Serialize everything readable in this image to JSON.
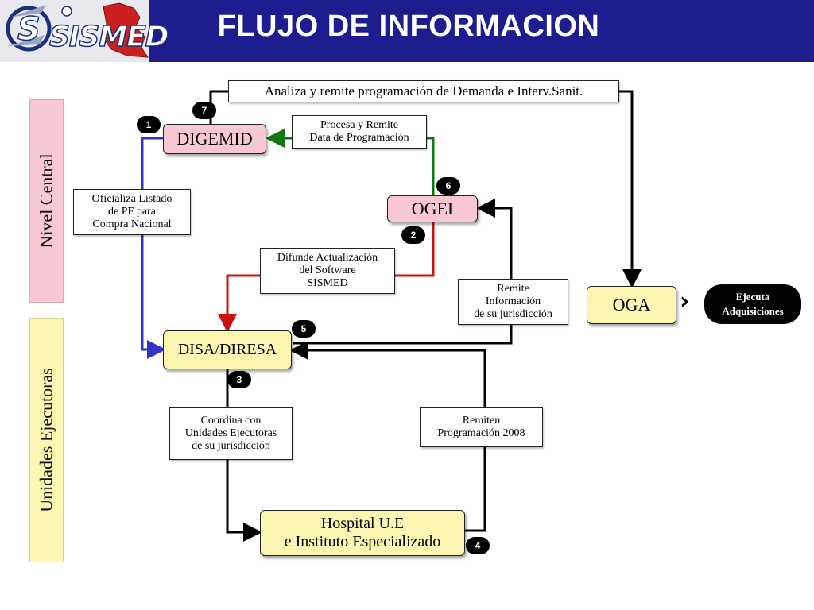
{
  "header": {
    "title": "FLUJO DE INFORMACION",
    "logo_text": "SISMED"
  },
  "bands": {
    "central": "Nivel Central",
    "ejecutoras": "Unidades Ejecutoras"
  },
  "nodes": {
    "digemid": "DIGEMID",
    "ogei": "OGEI",
    "oga": "OGA",
    "disa": "DISA/DIRESA",
    "hospital_line1": "Hospital U.E",
    "hospital_line2": "e Instituto Especializado",
    "ejecuta_line1": "Ejecuta",
    "ejecuta_line2": "Adquisiciones"
  },
  "labels": {
    "analiza": "Analiza y remite programación de Demanda e Interv.Sanit.",
    "procesa_1": "Procesa y Remite",
    "procesa_2": "Data de Programación",
    "oficializa_1": "Oficializa Listado",
    "oficializa_2": "de PF para",
    "oficializa_3": "Compra Nacional",
    "difunde_1": "Difunde Actualización",
    "difunde_2": "del Software",
    "difunde_3": "SISMED",
    "remite_1": "Remite",
    "remite_2": "Información",
    "remite_3": "de su jurisdicción",
    "coordina_1": "Coordina con",
    "coordina_2": "Unidades Ejecutoras",
    "coordina_3": "de su jurisdicción",
    "remiten_1": "Remiten",
    "remiten_2": "Programación 2008"
  },
  "steps": {
    "s1": "1",
    "s2": "2",
    "s3": "3",
    "s4": "4",
    "s5": "5",
    "s6": "6",
    "s7": "7"
  },
  "colors": {
    "header_bg": "#1d1d8f",
    "central_band": "#f7c8d2",
    "ejecutoras_band": "#fbf6b2",
    "flow_blue": "#3333cc",
    "flow_red": "#cc1111",
    "flow_green": "#117711",
    "flow_black": "#000000"
  }
}
